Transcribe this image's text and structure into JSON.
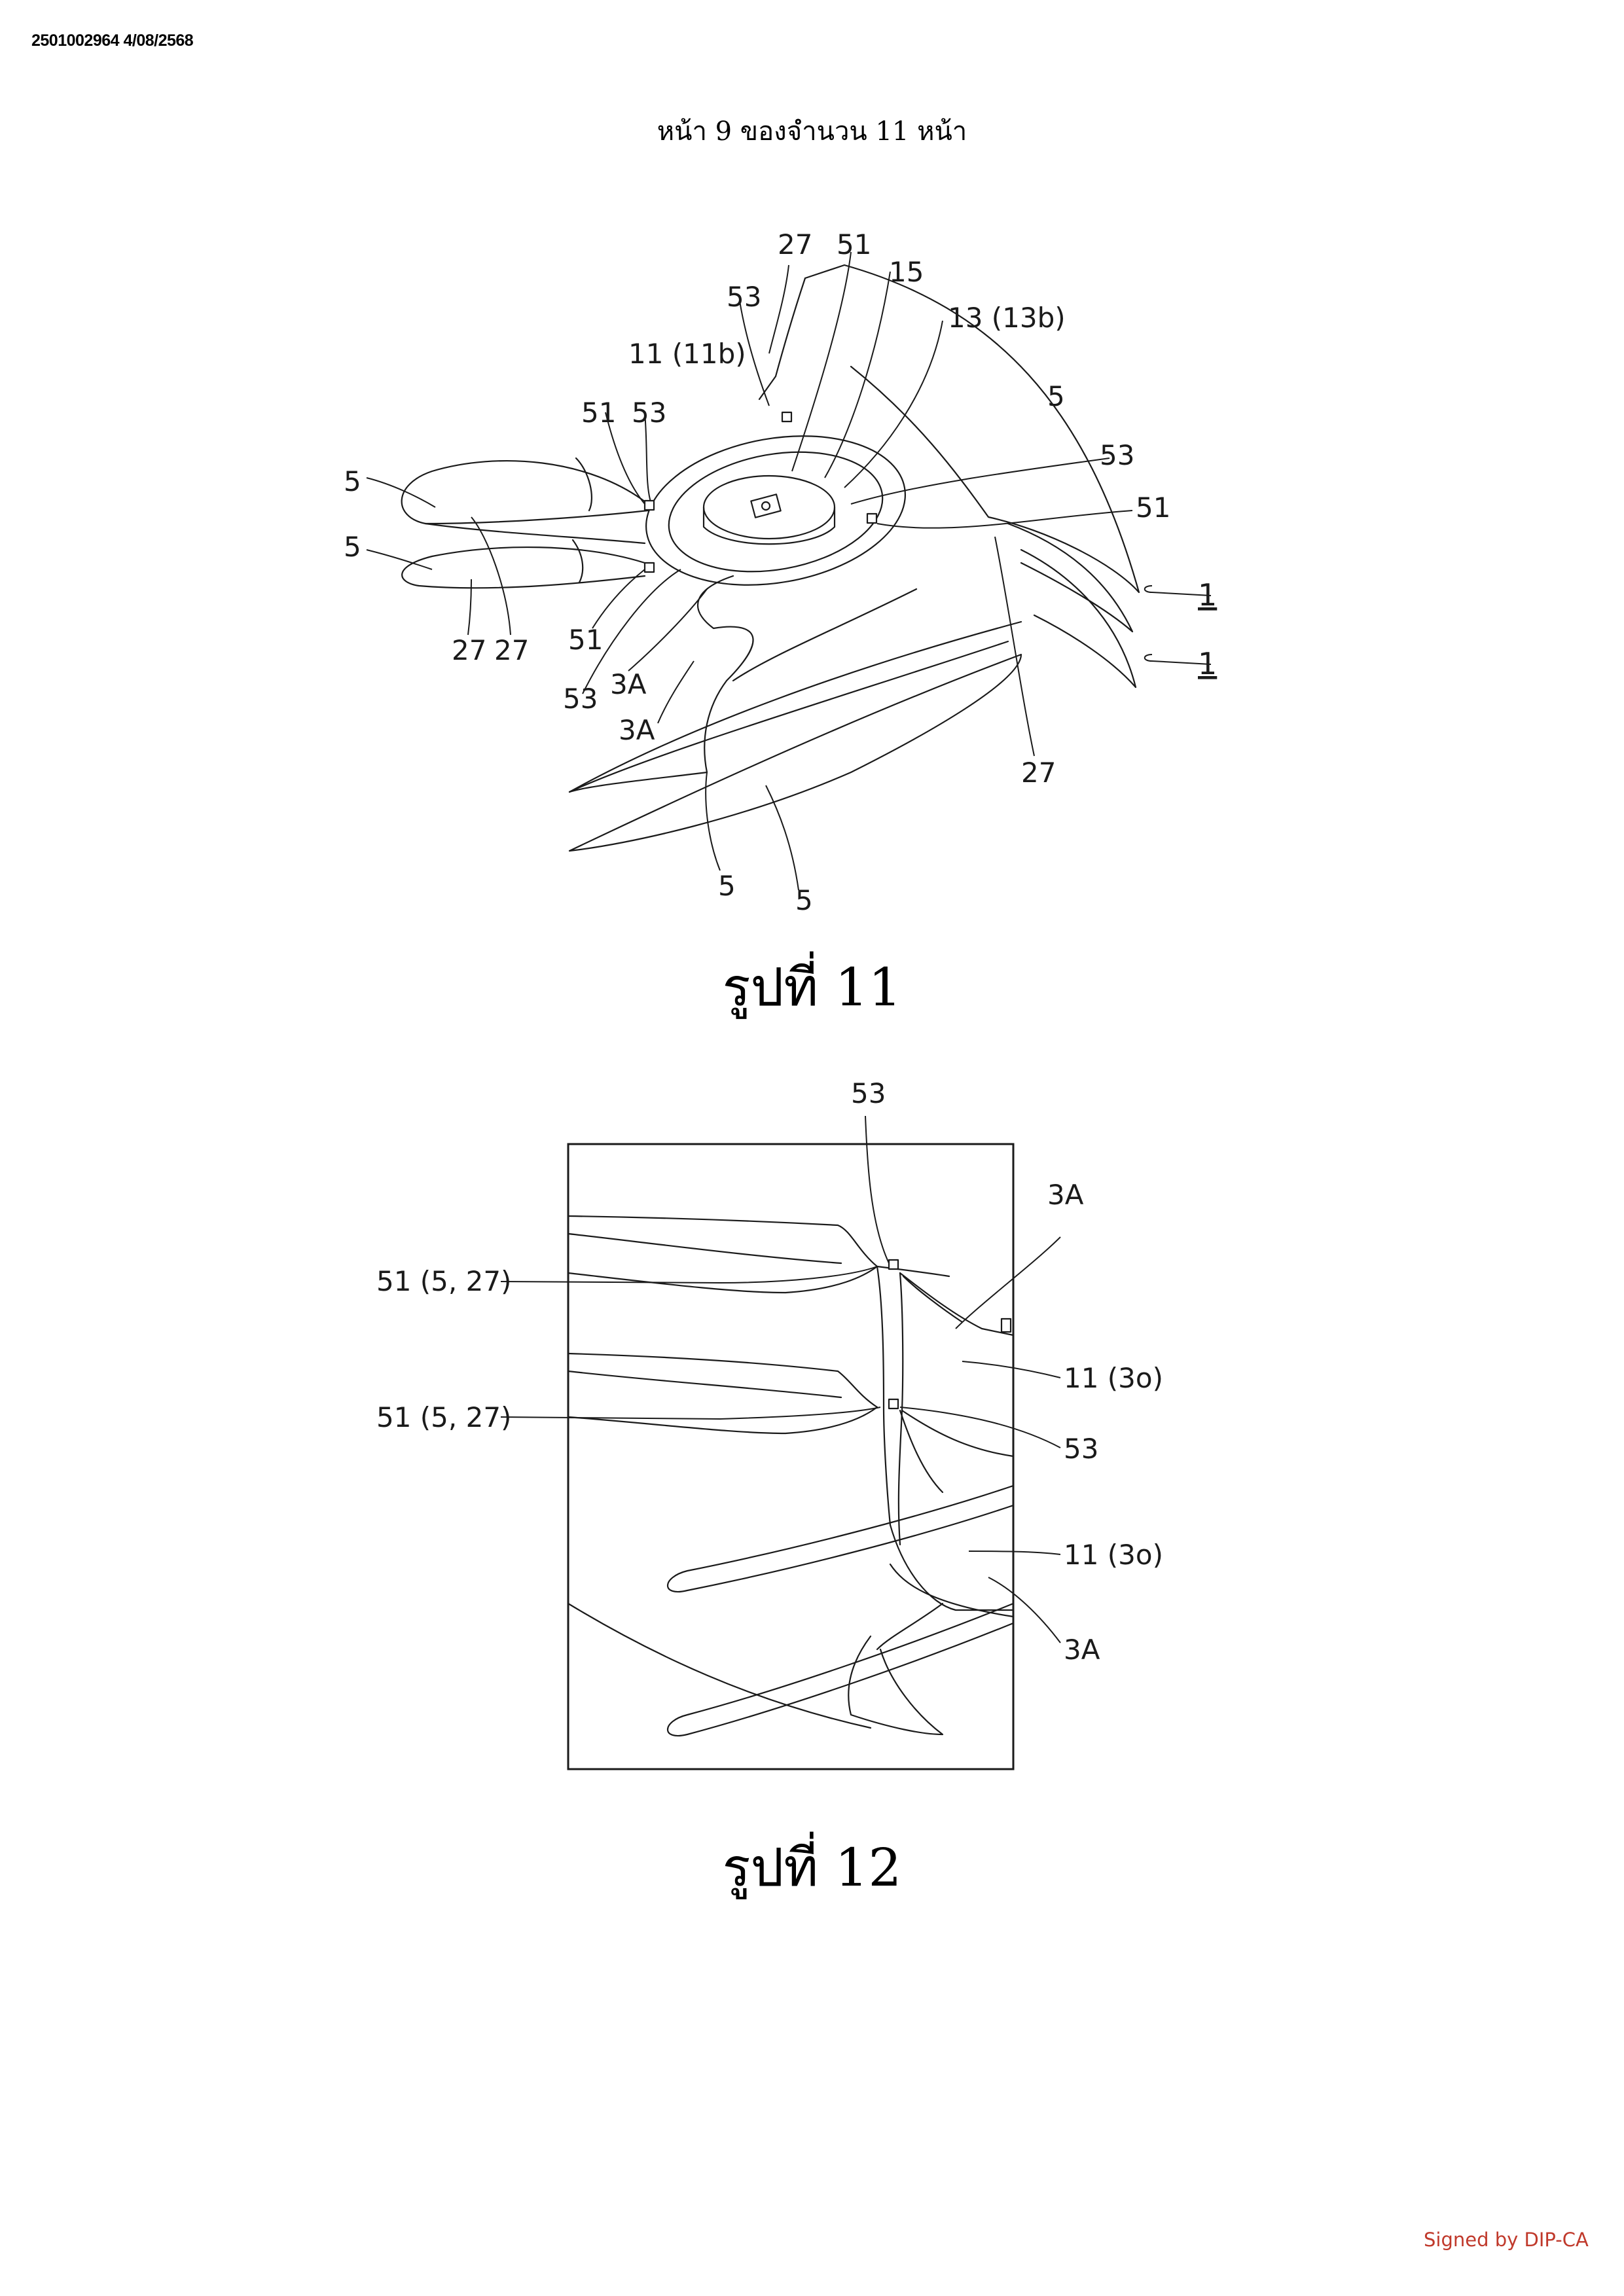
{
  "document_id": "2501002964 4/08/2568",
  "page_header": "หน้า 9 ของจำนวน 11 หน้า",
  "figures": [
    {
      "caption": "รูปที่ 11",
      "labels": {
        "l27_top": "27",
        "l51_top": "51",
        "l15": "15",
        "l53_top": "53",
        "l13": "13 (13b)",
        "l11": "11 (11b)",
        "l5_right": "5",
        "l51_left": "51",
        "l53_left": "53",
        "l53_right": "53",
        "l51_right": "51",
        "l5_left1": "5",
        "l5_left2": "5",
        "l1_a": "1",
        "l1_b": "1",
        "l27_a": "27",
        "l27_b": "27",
        "l51_low": "51",
        "l3A_a": "3A",
        "l53_low": "53",
        "l3A_b": "3A",
        "l27_right": "27",
        "l5_bot1": "5",
        "l5_bot2": "5"
      }
    },
    {
      "caption": "รูปที่ 12",
      "labels": {
        "l53_top": "53",
        "l3A_top": "3A",
        "l51_a": "51 (5, 27)",
        "l11_a": "11 (3o)",
        "l51_b": "51 (5, 27)",
        "l53_mid": "53",
        "l11_b": "11 (3o)",
        "l3A_bot": "3A"
      }
    }
  ],
  "signature": "Signed by DIP-CA"
}
